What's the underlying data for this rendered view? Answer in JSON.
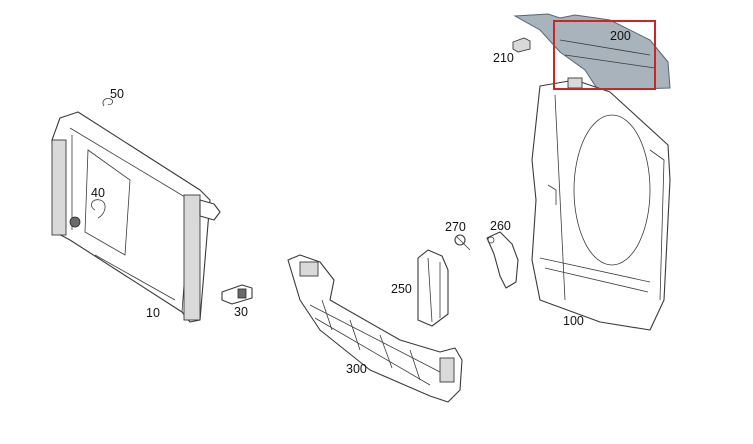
{
  "callouts": {
    "c10": "10",
    "c30": "30",
    "c40": "40",
    "c50": "50",
    "c100": "100",
    "c200": "200",
    "c210": "210",
    "c250": "250",
    "c260": "260",
    "c270": "270",
    "c300": "300"
  },
  "colors": {
    "highlighted_part_fill": "#a9b3bc",
    "selection_box": "#c62828",
    "line_art": "#3a3a3a"
  },
  "selected_callout": "200"
}
